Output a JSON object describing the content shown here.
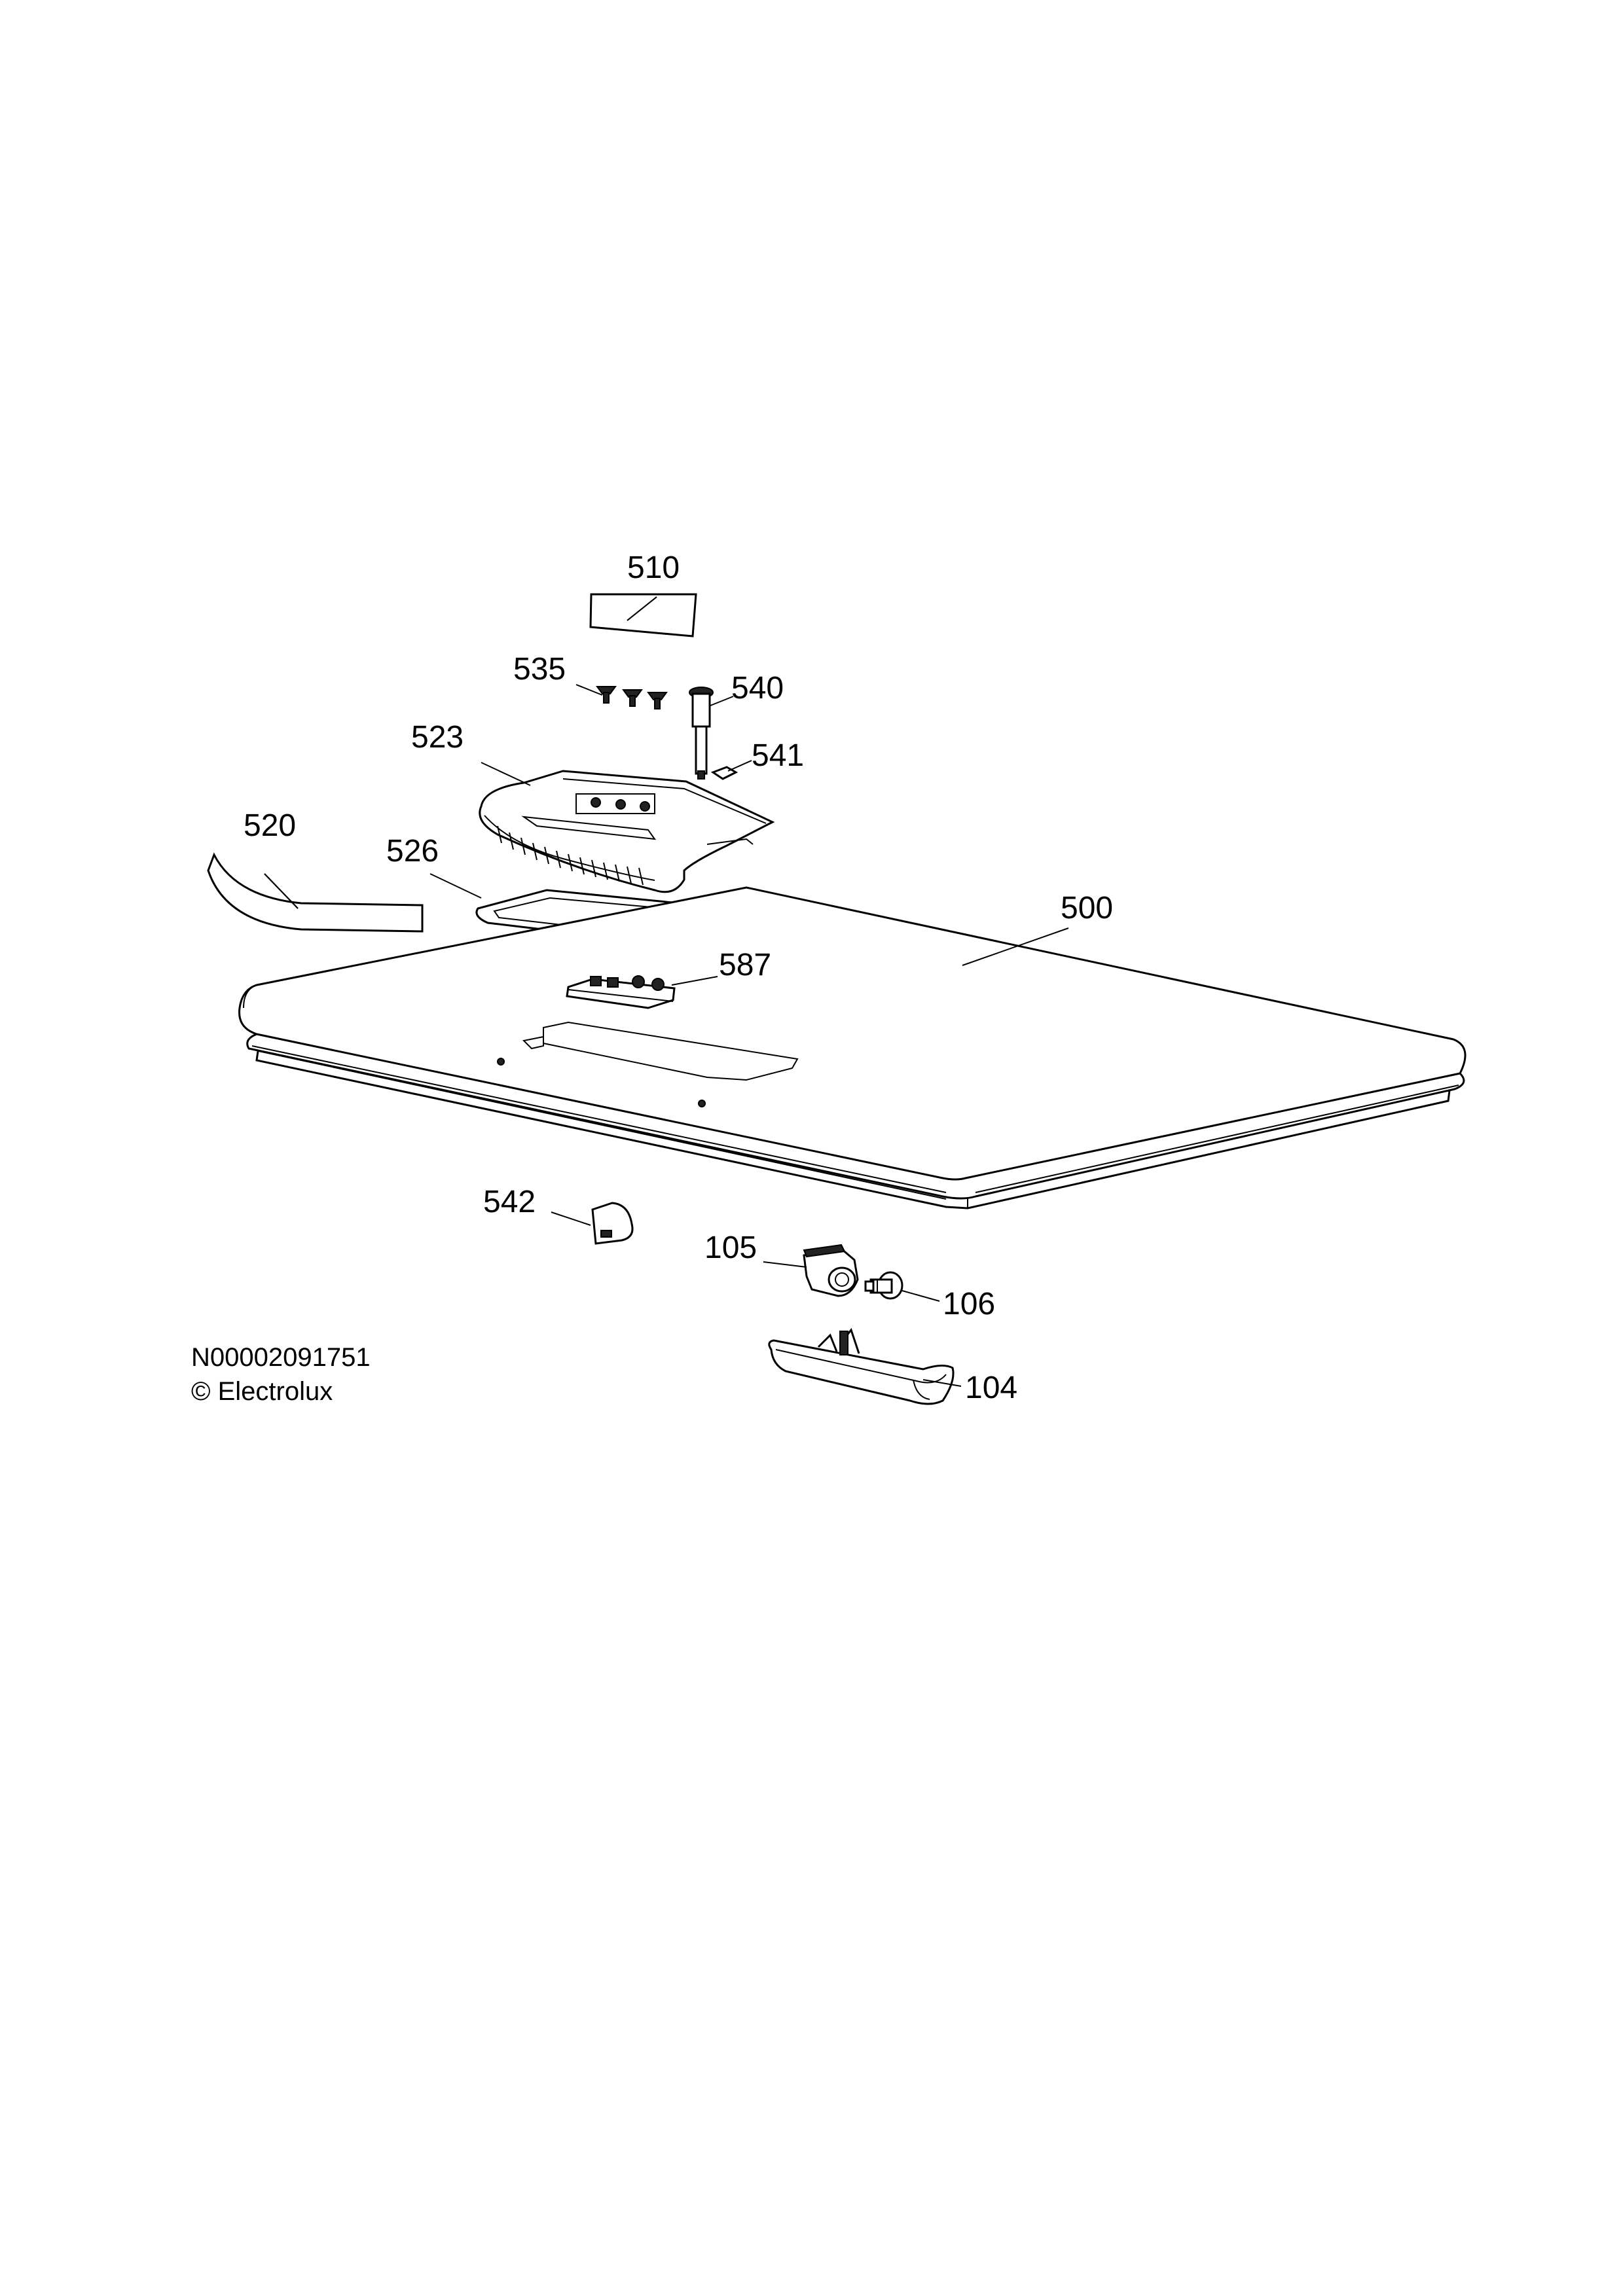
{
  "parts": [
    {
      "id": "p510",
      "label": "510"
    },
    {
      "id": "p535",
      "label": "535"
    },
    {
      "id": "p540",
      "label": "540"
    },
    {
      "id": "p541",
      "label": "541"
    },
    {
      "id": "p523",
      "label": "523"
    },
    {
      "id": "p520",
      "label": "520"
    },
    {
      "id": "p526",
      "label": "526"
    },
    {
      "id": "p500",
      "label": "500"
    },
    {
      "id": "p587",
      "label": "587"
    },
    {
      "id": "p542",
      "label": "542"
    },
    {
      "id": "p105",
      "label": "105"
    },
    {
      "id": "p106",
      "label": "106"
    },
    {
      "id": "p104",
      "label": "104"
    }
  ],
  "caption": {
    "drawing_number": "N00002091751",
    "copyright": "© Electrolux"
  }
}
